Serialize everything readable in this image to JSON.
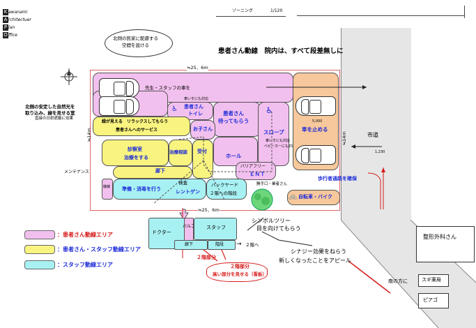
{
  "logo": {
    "initials": [
      "K",
      "A",
      "P",
      "O"
    ],
    "words": [
      "awanami",
      "rchitectuer",
      "lan",
      "ffice"
    ]
  },
  "header": {
    "title": "ゾーニング",
    "scale": "1/120"
  },
  "policy": "患者さん動線　院内は、すべて段差無しに",
  "dims": {
    "top_width": "≒25．6m",
    "bottom_width": "≒25．6m",
    "left_depth": "≒14m",
    "right_depth": "≒14m",
    "parking": "5,000",
    "road": "1,230"
  },
  "notes": {
    "north_private": [
      "北側の民家に配慮する",
      "空間を設ける"
    ],
    "north_nature": [
      "北側の安定した自然光を",
      "取り込み、緑を見せる室"
    ],
    "north_nature_sub": "直接の日射遮蔽に効果",
    "maintenance": "メンテナンス",
    "bicycle": "自転車・バイク",
    "pedestrian": "歩行者通路を確保",
    "city_road": "市道",
    "symbol_tree": [
      "シンボルツリー",
      "目を向けてもらう"
    ],
    "synergy": [
      "シナジー効果をねらう",
      "新しくなったことをアピール"
    ],
    "south": "南の方に"
  },
  "rooms": {
    "staff_parking": "先生・スタッフの車を",
    "wheelchair_ok": "車いすにも対応",
    "toilet": [
      "患者さん",
      "トイレ"
    ],
    "waiting": [
      "患者さん",
      "待ってもらう"
    ],
    "green_view": "緑が見える　リラックスしてもらう",
    "service": "患者さんへのサービス",
    "kids": "お子さん",
    "slope": "スロープ",
    "slope_note": [
      "車いすにも対応",
      "ベビーカーにも対応"
    ],
    "park_car": "車を止める",
    "exam": [
      "診察室",
      "治療をする"
    ],
    "treatment": "治療相談",
    "reception": "受付",
    "hall": "ホール",
    "barrier_free": [
      "バリアフリー",
      "ＥＮＴ"
    ],
    "corridor": "廊下",
    "machine": "機械",
    "prep": "準備・消毒を行う",
    "inspection": "検査",
    "xray": "レントゲン",
    "backyard": "バックヤード",
    "stairs_to_2f": "２階への階段",
    "staff_entry": "勝手口・業者さん",
    "doctor": "ドクター",
    "balcony": "バルコニー",
    "staff": "スタッフ",
    "corridor2": "廊下",
    "stairs": "階段",
    "to_2f": "２階へ",
    "floor2_part": "２階部分",
    "floor2_note": [
      "２階部分",
      "高い部分を見せる（看板）"
    ]
  },
  "legend": [
    {
      "label": "：患者さん動線エリア",
      "color": "#f2c0ee",
      "text_color": "#d61a1a"
    },
    {
      "label": "：患者さん・スタッフ動線エリア",
      "color": "#f9f480",
      "text_color": "#1d2bd8"
    },
    {
      "label": "：スタッフ動線エリア",
      "color": "#a8f1f3",
      "text_color": "#1d2bd8"
    }
  ],
  "neighbors": [
    "整形外科さん",
    "スギ薬局",
    "ピアゴ"
  ]
}
